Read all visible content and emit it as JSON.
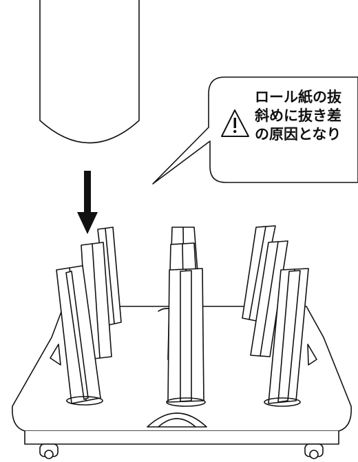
{
  "callout": {
    "lines": [
      "ロール紙の抜",
      "斜めに抜き差",
      "の原因となり"
    ],
    "icon": "warning-triangle-icon"
  },
  "colors": {
    "stroke": "#111111",
    "fill": "#ffffff"
  }
}
